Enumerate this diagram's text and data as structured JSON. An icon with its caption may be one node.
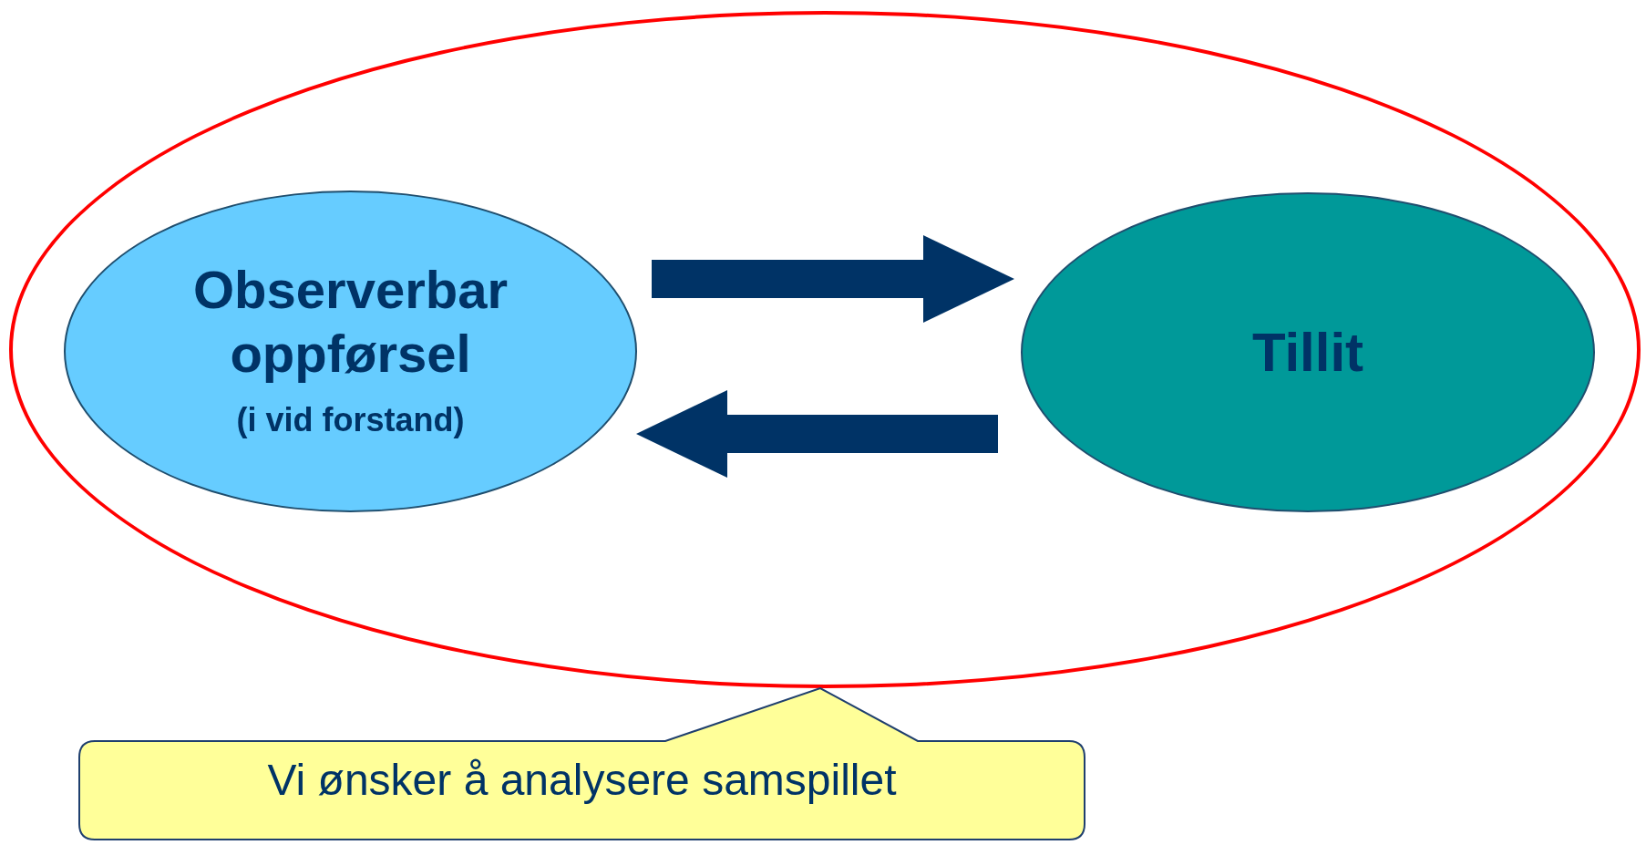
{
  "diagram": {
    "nodes": [
      {
        "text": [],
        "shape": "ellipse"
      },
      {
        "text": [
          "Observerbar oppførsel",
          "(i vid forstand)"
        ],
        "in": 0
      },
      {
        "text": [
          "Tillit"
        ],
        "in": 0
      },
      {
        "text": [
          "Vi ønsker å analysere samspillet"
        ]
      }
    ],
    "edges": [
      {
        "from": 1,
        "to": 2,
        "arrow": "to"
      },
      {
        "from": 2,
        "to": 1,
        "arrow": "to"
      }
    ]
  }
}
